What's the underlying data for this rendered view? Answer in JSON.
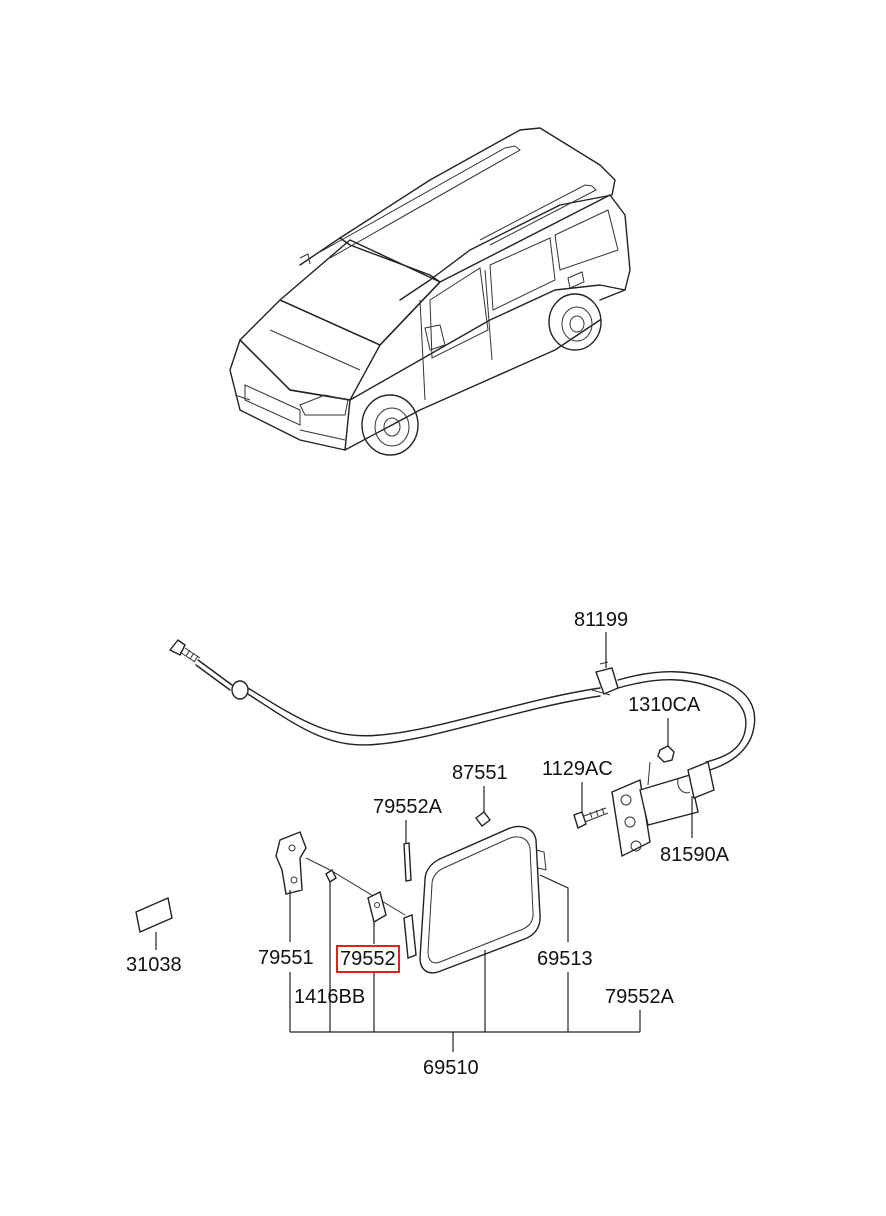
{
  "diagram": {
    "highlight_color": "#e3211c",
    "highlighted_part": "79552",
    "labels": {
      "p81199": "81199",
      "p1310CA": "1310CA",
      "p87551": "87551",
      "p1129AC": "1129AC",
      "p79552A_top": "79552A",
      "p81590A": "81590A",
      "p31038": "31038",
      "p79551": "79551",
      "p79552": "79552",
      "p69513": "69513",
      "p1416BB": "1416BB",
      "p79552A_bottom": "79552A",
      "p69510": "69510"
    }
  }
}
